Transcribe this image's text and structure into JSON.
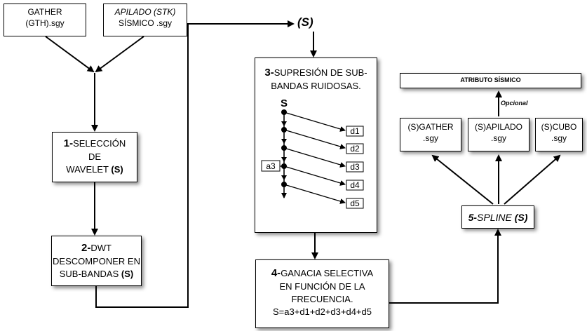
{
  "inputs": {
    "gather": {
      "line1": "GATHER",
      "line2": "(GTH).sgy"
    },
    "stack": {
      "line1": "APILADO (STK)",
      "line2": "SÍSMICO .sgy"
    }
  },
  "step1": {
    "num": "1-",
    "line1": "SELECCIÓN",
    "line2": "DE",
    "line3": "WAVELET",
    "suffix": "(S)"
  },
  "step2": {
    "num": "2-",
    "line1": "DWT",
    "line2": "DESCOMPONER EN",
    "line3": "SUB-BANDAS",
    "suffix": "(S)"
  },
  "signal_label": "(S)",
  "step3": {
    "num": "3-",
    "line1": "SUPRESIÓN DE SUB-",
    "line2": "BANDAS RUIDOSAS.",
    "signal": "S",
    "approx": "a3",
    "details": [
      "d1",
      "d2",
      "d3",
      "d4",
      "d5"
    ]
  },
  "step4": {
    "num": "4-",
    "line1": "GANACIA SELECTIVA",
    "line2": "EN FUNCIÓN DE LA",
    "line3": "FRECUENCIA.",
    "formula": "S=a3+d1+d2+d3+d4+d5"
  },
  "step5": {
    "num": "5-",
    "label": "SPLINE",
    "suffix": "(S)"
  },
  "outputs": [
    {
      "line1": "(S)GATHER",
      "line2": ".sgy"
    },
    {
      "line1": "(S)APILADO",
      "line2": ".sgy"
    },
    {
      "line1": "(S)CUBO",
      "line2": ".sgy"
    }
  ],
  "optional_label": "Opcional",
  "attribute": "ATRIBUTO SÍSMICO"
}
